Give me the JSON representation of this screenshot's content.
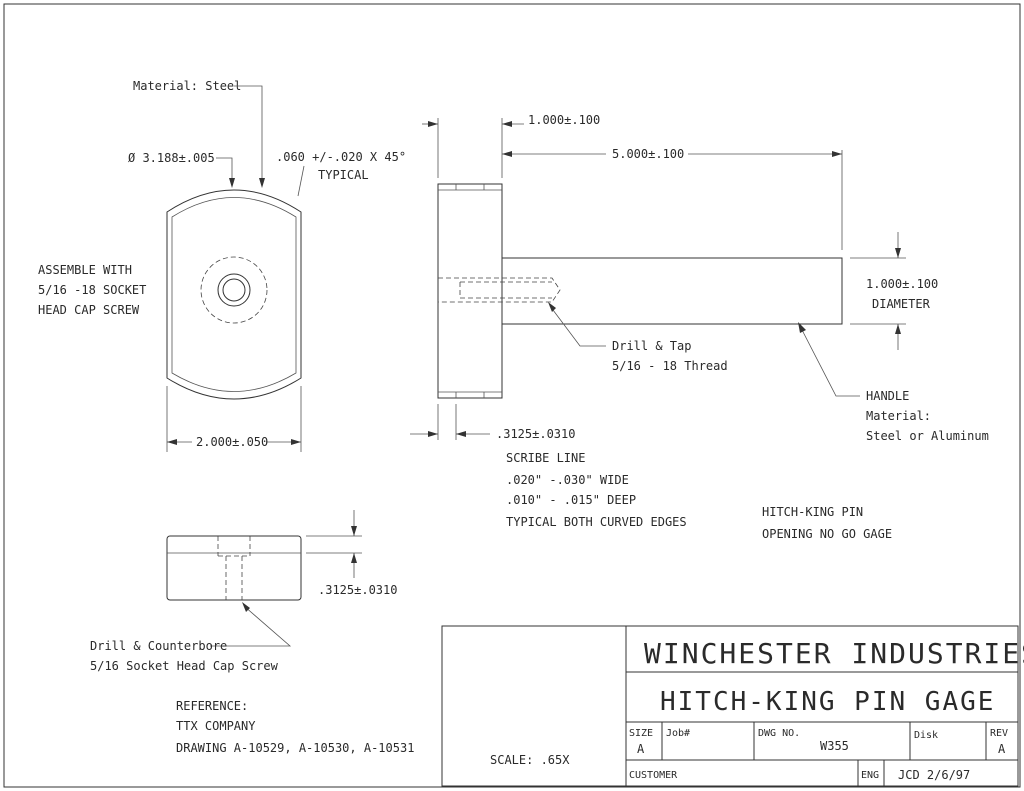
{
  "front_view": {
    "material": "Material: Steel",
    "diameter": "Ø 3.188±.005",
    "chamfer_line1": ".060 +/-.020 X 45°",
    "chamfer_line2": "TYPICAL",
    "assemble": [
      "ASSEMBLE WITH",
      "5/16 -18 SOCKET",
      "HEAD CAP SCREW"
    ],
    "width_dim": "2.000±.050"
  },
  "side_view": {
    "dim_flange": "1.000±.100",
    "dim_length": "5.000±.100",
    "dim_diameter_1": "1.000±.100",
    "dim_diameter_2": "DIAMETER",
    "drill_tap": [
      "Drill & Tap",
      "5/16 - 18 Thread"
    ],
    "handle": [
      "HANDLE",
      "Material:",
      "Steel or Aluminum"
    ],
    "flange_thickness": ".3125±.0310"
  },
  "scribe": [
    "SCRIBE LINE",
    ".020\" -.030\" WIDE",
    ".010\" - .015\" DEEP",
    "TYPICAL BOTH CURVED EDGES"
  ],
  "note": [
    "HITCH-KING PIN",
    "OPENING NO GO GAGE"
  ],
  "bottom_view": {
    "thickness": ".3125±.0310",
    "counterbore": [
      "Drill & Counterbore",
      "5/16 Socket Head Cap Screw"
    ]
  },
  "reference": [
    "REFERENCE:",
    "TTX COMPANY",
    "DRAWING A-10529, A-10530, A-10531"
  ],
  "title_block": {
    "scale": "SCALE: .65X",
    "company": "WINCHESTER INDUSTRIES INC.",
    "title": "HITCH-KING PIN GAGE",
    "size_label": "SIZE",
    "size_value": "A",
    "job_label": "Job#",
    "dwg_label": "DWG NO.",
    "dwg_value": "W355",
    "disk_label": "Disk",
    "rev_label": "REV",
    "rev_value": "A",
    "customer_label": "CUSTOMER",
    "eng_label": "ENG",
    "eng_value": "JCD 2/6/97"
  }
}
